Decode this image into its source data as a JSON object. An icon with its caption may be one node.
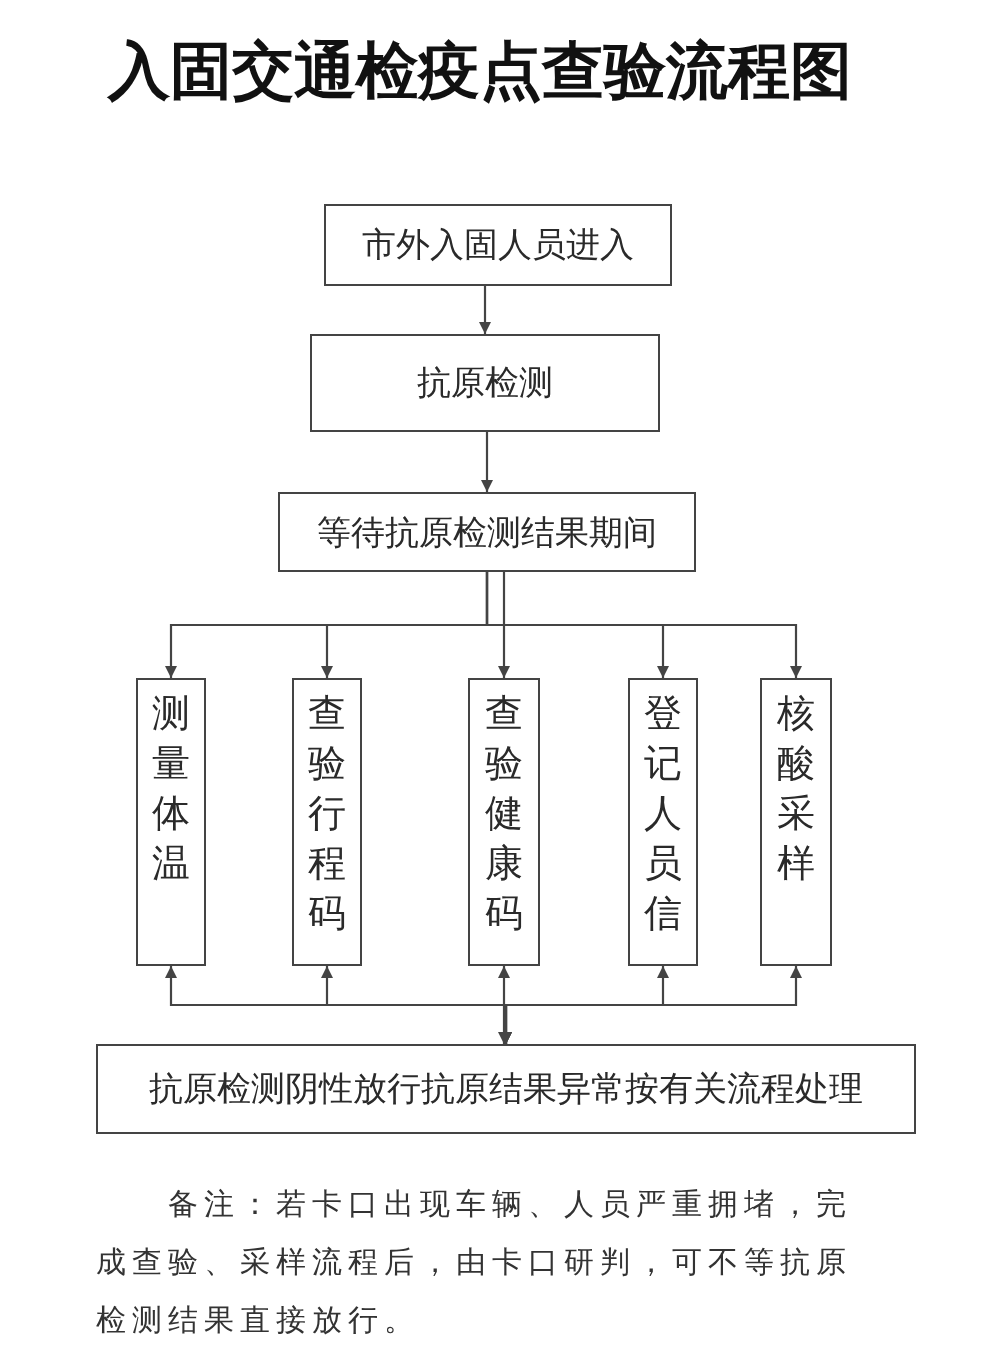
{
  "diagram": {
    "title": "入固交通检疫点查验流程图",
    "nodes": [
      {
        "text": [
          "市外入固人员进入"
        ]
      },
      {
        "text": [
          "抗原检测"
        ]
      },
      {
        "text": [
          "等待抗原检测结果期间"
        ]
      },
      {
        "text": [
          "测量体温"
        ]
      },
      {
        "text": [
          "查验行程码"
        ]
      },
      {
        "text": [
          "查验健康码"
        ]
      },
      {
        "text": [
          "登记人员信"
        ]
      },
      {
        "text": [
          "核酸采样"
        ]
      },
      {
        "text": [
          "抗原检测阴性放行抗原结果异常按有关流程处理"
        ]
      }
    ],
    "edges": [
      {
        "from": 0,
        "to": 1,
        "arrow": "to"
      },
      {
        "from": 1,
        "to": 2,
        "arrow": "to"
      },
      {
        "from": 2,
        "to": 3,
        "arrow": "to"
      },
      {
        "from": 2,
        "to": 4,
        "arrow": "to"
      },
      {
        "from": 2,
        "to": 5,
        "arrow": "to"
      },
      {
        "from": 2,
        "to": 6,
        "arrow": "to"
      },
      {
        "from": 2,
        "to": 7,
        "arrow": "to"
      },
      {
        "from": 8,
        "to": 3,
        "arrow": "both"
      },
      {
        "from": 8,
        "to": 4,
        "arrow": "both"
      },
      {
        "from": 8,
        "to": 5,
        "arrow": "both"
      },
      {
        "from": 8,
        "to": 6,
        "arrow": "both"
      },
      {
        "from": 8,
        "to": 7,
        "arrow": "both"
      }
    ],
    "labels": [
      "备注：若卡口出现车辆、人员严重拥堵，完成查验、采样流程后，由卡口研判，可不等抗原检测结果直接放行。"
    ]
  }
}
